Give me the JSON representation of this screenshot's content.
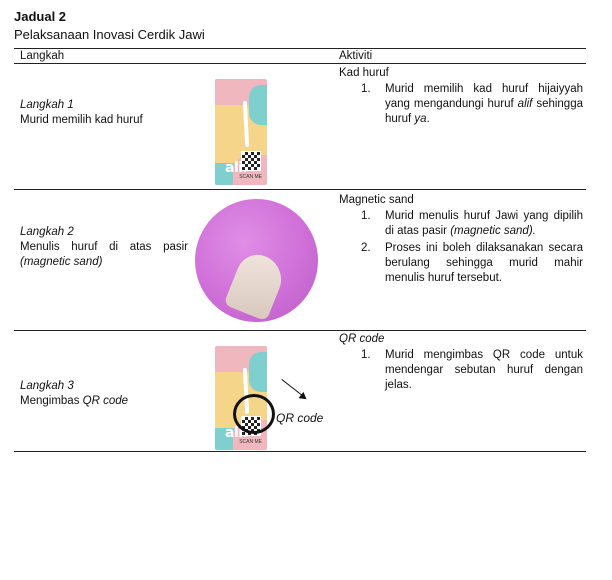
{
  "table": {
    "title": "Jadual 2",
    "subtitle": "Pelaksanaan Inovasi Cerdik Jawi",
    "header": {
      "col1": "Langkah",
      "col2": "Aktiviti"
    },
    "rows": [
      {
        "step": "Langkah 1",
        "desc": "Murid memilih kad huruf",
        "activity_title": "Kad huruf",
        "items": [
          {
            "num": "1.",
            "text_a": "Murid memilih kad huruf hijaiyyah yang mengandungi huruf ",
            "text_i": "alif",
            "text_b": " sehingga huruf ",
            "text_i2": "ya",
            "text_c": "."
          }
        ],
        "image": {
          "card_text": "alif",
          "card_scan": "SCAN ME"
        }
      },
      {
        "step": "Langkah 2",
        "desc": "Menulis huruf di atas pasir ",
        "desc_i": "(magnetic sand)",
        "activity_title": "Magnetic sand",
        "items": [
          {
            "num": "1.",
            "text_a": "Murid menulis huruf Jawi yang dipilih di atas pasir ",
            "text_i": "(magnetic sand).",
            "text_b": ""
          },
          {
            "num": "2.",
            "text_a": "Proses ini boleh dilaksanakan secara berulang sehingga murid mahir menulis huruf tersebut.",
            "text_i": "",
            "text_b": ""
          }
        ]
      },
      {
        "step": "Langkah 3",
        "desc": "Mengimbas ",
        "desc_i": "QR code",
        "activity_title": "QR code",
        "items": [
          {
            "num": "1.",
            "text_a": "Murid mengimbas QR code untuk mendengar sebutan huruf dengan jelas.",
            "text_i": "",
            "text_b": ""
          }
        ],
        "image": {
          "card_text": "alif",
          "card_scan": "SCAN ME",
          "callout": "QR code"
        }
      }
    ]
  }
}
